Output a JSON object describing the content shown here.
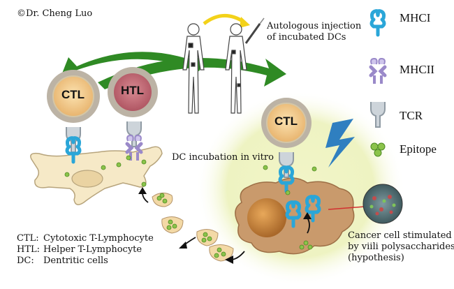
{
  "credit": "©Dr. Cheng Luo",
  "injection": {
    "line1": "Autologous injection",
    "line2": "of incubated DCs"
  },
  "legend": {
    "mhc1": "MHCI",
    "mhc2": "MHCII",
    "tcr": "TCR",
    "epitope": "Epitope"
  },
  "cells": {
    "ctl": "CTL",
    "htl": "HTL"
  },
  "dc_incubation": "DC incubation in vitro",
  "abbreviations": [
    {
      "abbr": "CTL:",
      "text": "Cytotoxic T-Lymphocyte"
    },
    {
      "abbr": "HTL:",
      "text": "Helper T-Lymphocyte"
    },
    {
      "abbr": "DC:",
      "text": "Dentritic cells"
    }
  ],
  "cancer": {
    "line1": "Cancer cell stimulated",
    "line2": "by viili polysaccharides",
    "line3": "(hypothesis)"
  },
  "colors": {
    "mhc1": "#2aa6d8",
    "mhc2": "#a99ad0",
    "tcr": "#a8b3bc",
    "epitope": "#6fb13a",
    "ctl_ring": "#b9b2a6",
    "ctl_core": "#f1ce8f",
    "htl_core": "#c46e79",
    "dc_fill": "#f5e7c6",
    "cancer_fill": "#c99a6c",
    "arrow_green": "#2f8a24",
    "arrow_yellow": "#f3d21a",
    "lightning": "#2f7fc0"
  }
}
